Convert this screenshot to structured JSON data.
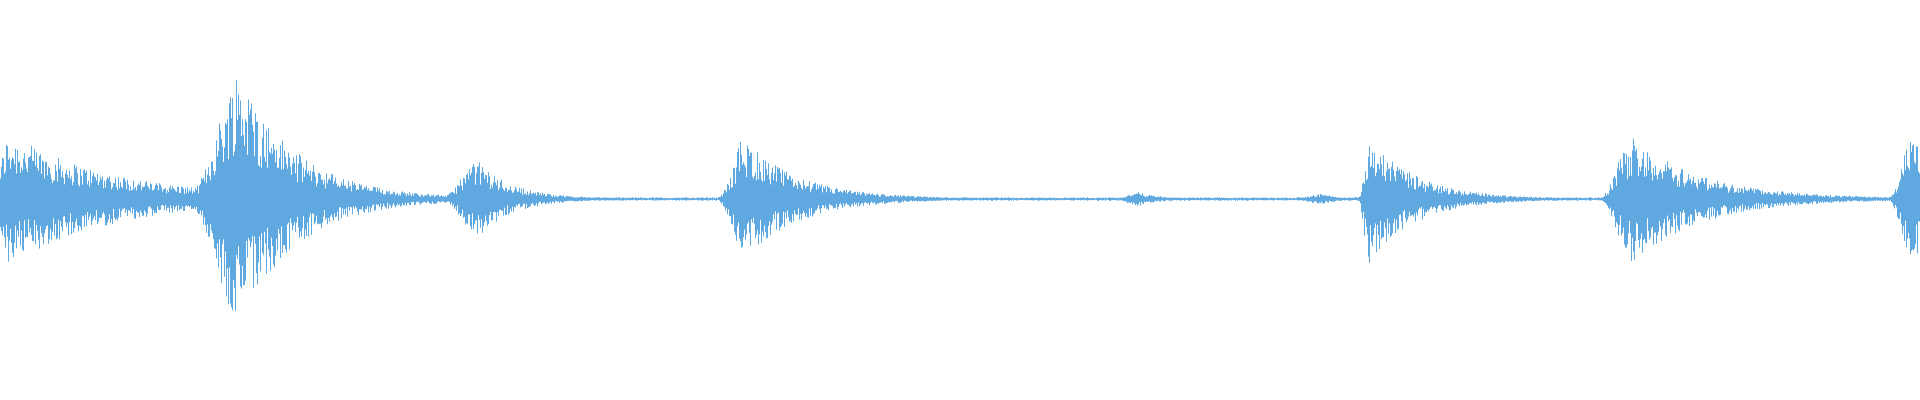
{
  "waveform": {
    "color": "#5fa9e0",
    "baseline_color": "#5fa9e0",
    "bursts": [
      {
        "time": 0.0,
        "peak": 0.5,
        "decay": 0.055,
        "attack": 0.004,
        "lead": 0.008
      },
      {
        "time": 0.113,
        "peak": 1.0,
        "decay": 0.03,
        "attack": 0.01,
        "lead": 0.018
      },
      {
        "time": 0.24,
        "peak": 0.3,
        "decay": 0.018,
        "attack": 0.008,
        "lead": 0.012
      },
      {
        "time": 0.382,
        "peak": 0.48,
        "decay": 0.028,
        "attack": 0.004,
        "lead": 0.01
      },
      {
        "time": 0.587,
        "peak": 0.05,
        "decay": 0.01,
        "attack": 0.006,
        "lead": 0.008
      },
      {
        "time": 0.682,
        "peak": 0.04,
        "decay": 0.008,
        "attack": 0.006,
        "lead": 0.01
      },
      {
        "time": 0.71,
        "peak": 0.48,
        "decay": 0.024,
        "attack": 0.003,
        "lead": 0.003
      },
      {
        "time": 0.842,
        "peak": 0.48,
        "decay": 0.036,
        "attack": 0.008,
        "lead": 0.01
      },
      {
        "time": 0.99,
        "peak": 0.45,
        "decay": 0.05,
        "attack": 0.004,
        "lead": 0.008
      }
    ],
    "noise_floor": 0.012
  }
}
